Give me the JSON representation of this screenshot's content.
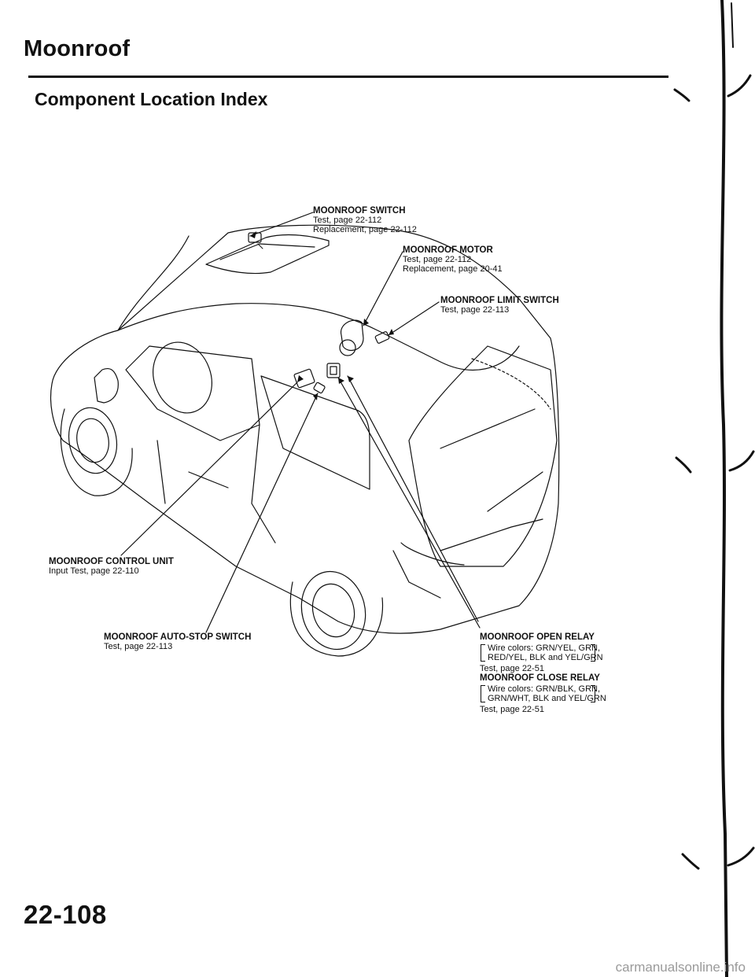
{
  "header": {
    "title": "Moonroof",
    "section": "Component Location Index"
  },
  "callouts": {
    "switch": {
      "name": "MOONROOF SWITCH",
      "lines": [
        "Test, page 22-112",
        "Replacement, page 22-112"
      ]
    },
    "motor": {
      "name": "MOONROOF MOTOR",
      "lines": [
        "Test, page 22-112",
        "Replacement, page 20-41"
      ]
    },
    "limit_switch": {
      "name": "MOONROOF LIMIT SWITCH",
      "lines": [
        "Test, page 22-113"
      ]
    },
    "control_unit": {
      "name": "MOONROOF CONTROL UNIT",
      "lines": [
        "Input Test, page 22-110"
      ]
    },
    "auto_stop": {
      "name": "MOONROOF AUTO-STOP SWITCH",
      "lines": [
        "Test, page 22-113"
      ]
    },
    "open_relay": {
      "name": "MOONROOF OPEN RELAY",
      "wire_lines": [
        "Wire colors: GRN/YEL, GRN,",
        "RED/YEL, BLK and YEL/GRN"
      ],
      "lines": [
        "Test, page 22-51"
      ]
    },
    "close_relay": {
      "name": "MOONROOF CLOSE RELAY",
      "wire_lines": [
        "Wire colors: GRN/BLK, GRN,",
        "GRN/WHT, BLK and YEL/GRN"
      ],
      "lines": [
        "Test, page 22-51"
      ]
    }
  },
  "footer": {
    "page_number": "22-108",
    "watermark": "carmanualsonline.info"
  }
}
